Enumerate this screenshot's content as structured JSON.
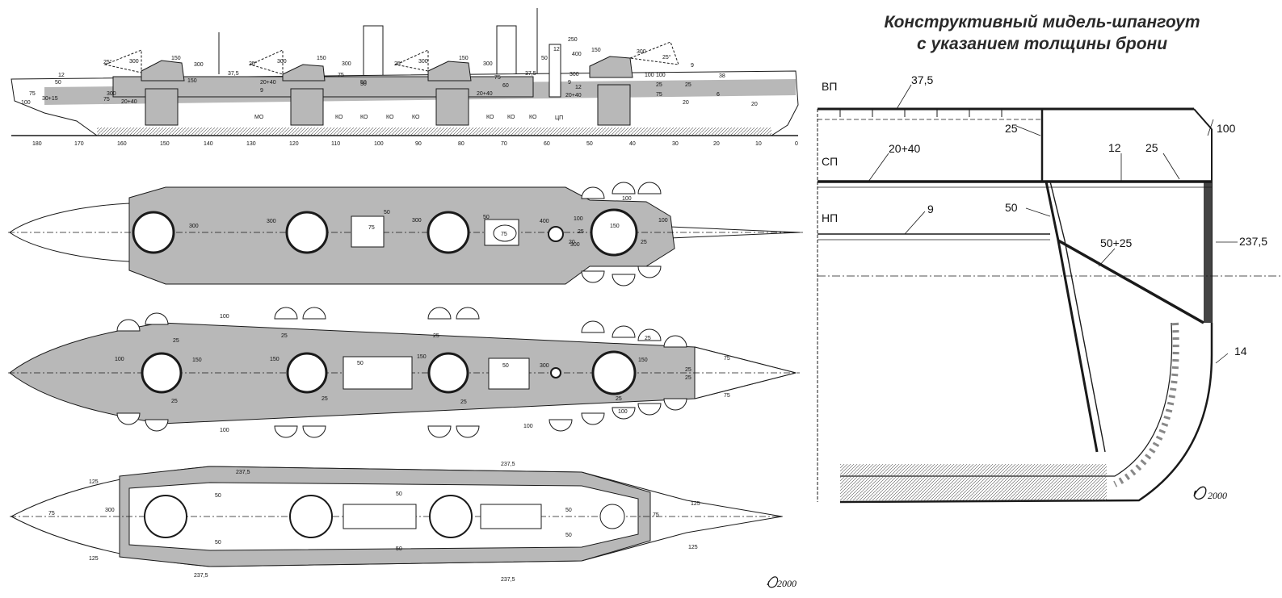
{
  "title": {
    "line1": "Конструктивный мидель-шпангоут",
    "line2": "с указанием толщины брони"
  },
  "profile": {
    "frames": [
      "180",
      "170",
      "160",
      "150",
      "140",
      "130",
      "120",
      "110",
      "100",
      "90",
      "80",
      "70",
      "60",
      "50",
      "40",
      "30",
      "20",
      "10",
      "0"
    ],
    "labels": {
      "a12": "12",
      "a50": "50",
      "a100": "100",
      "a75": "75",
      "a30_15": "30+15",
      "a75b": "75",
      "a20_40a": "20+40",
      "a300a": "300",
      "a300b": "300",
      "a25deg1": "25°",
      "a150a": "150",
      "a300c": "300",
      "a150b": "150",
      "a37_5": "37,5",
      "a25deg2": "25°",
      "a300d": "300",
      "a150c": "150",
      "a300e": "300",
      "a20_40b": "20+40",
      "a9": "9",
      "a50b": "50",
      "a75c": "75",
      "a25deg3": "25°",
      "a300f": "300",
      "a150d": "150",
      "a300g": "300",
      "a20_40c": "20+40",
      "a75d": "75",
      "a60": "60",
      "a37_5b": "37,5",
      "a250": "250",
      "a12b": "12",
      "a400": "400",
      "a300h": "300",
      "a9b": "9",
      "a12c": "12",
      "a20_40d": "20+40",
      "a50c": "50",
      "a150e": "150",
      "a300i": "300",
      "a25deg4": "25°",
      "a9c": "9",
      "a38": "38",
      "a100b": "100",
      "a25a": "25",
      "a25b": "25",
      "a75e": "75",
      "a6": "6",
      "a20a": "20",
      "a20b": "20",
      "a50d": "50",
      "a100c": "100"
    },
    "compartments": [
      "МО",
      "КО",
      "КО",
      "КО",
      "КО",
      "КО",
      "КО",
      "КО",
      "ЦП"
    ]
  },
  "upper_deck": {
    "labels": {
      "a300a": "300",
      "a300b": "300",
      "a50a": "50",
      "a75": "75",
      "a300c": "300",
      "a50b": "50",
      "a75b": "75",
      "a400": "400",
      "a100a": "100",
      "a100b": "100",
      "a150": "150",
      "a20": "20",
      "a25a": "25",
      "a300d": "300",
      "a25b": "25",
      "a100c": "100"
    }
  },
  "middle_deck": {
    "labels": {
      "a100a": "100",
      "a25a": "25",
      "a25b": "25",
      "a100b": "100",
      "a150a": "150",
      "a150b": "150",
      "a50a": "50",
      "a150c": "150",
      "a25c": "25",
      "a50b": "50",
      "a300": "300",
      "a150d": "150",
      "a25d": "25",
      "a25e": "25",
      "a75a": "75",
      "a25f": "25",
      "a25g": "25",
      "a25h": "25",
      "a25i": "25",
      "a25j": "25",
      "a75b": "75",
      "a100c": "100",
      "a100d": "100",
      "a100e": "100"
    }
  },
  "lower_deck": {
    "labels": {
      "a237a": "237,5",
      "a237b": "237,5",
      "a237c": "237,5",
      "a237d": "237,5",
      "a125a": "125",
      "a125b": "125",
      "a125c": "125",
      "a125d": "125",
      "a75a": "75",
      "a75b": "75",
      "a300": "300",
      "a50a": "50",
      "a50b": "50",
      "a50c": "50",
      "a50d": "50",
      "a50e": "50",
      "a50f": "50"
    }
  },
  "midship": {
    "decks": {
      "vp": "ВП",
      "sp": "СП",
      "np": "НП"
    },
    "labels": {
      "a37_5": "37,5",
      "a20_40": "20+40",
      "a9": "9",
      "a25a": "25",
      "a12": "12",
      "a25b": "25",
      "a100": "100",
      "a50": "50",
      "a50_25": "50+25",
      "a237_5": "237,5",
      "a14": "14"
    }
  },
  "signature": {
    "left": "2000",
    "right": "2000"
  },
  "colors": {
    "armor": "#b8b8b8",
    "line": "#1a1a1a",
    "paper": "#ffffff"
  }
}
